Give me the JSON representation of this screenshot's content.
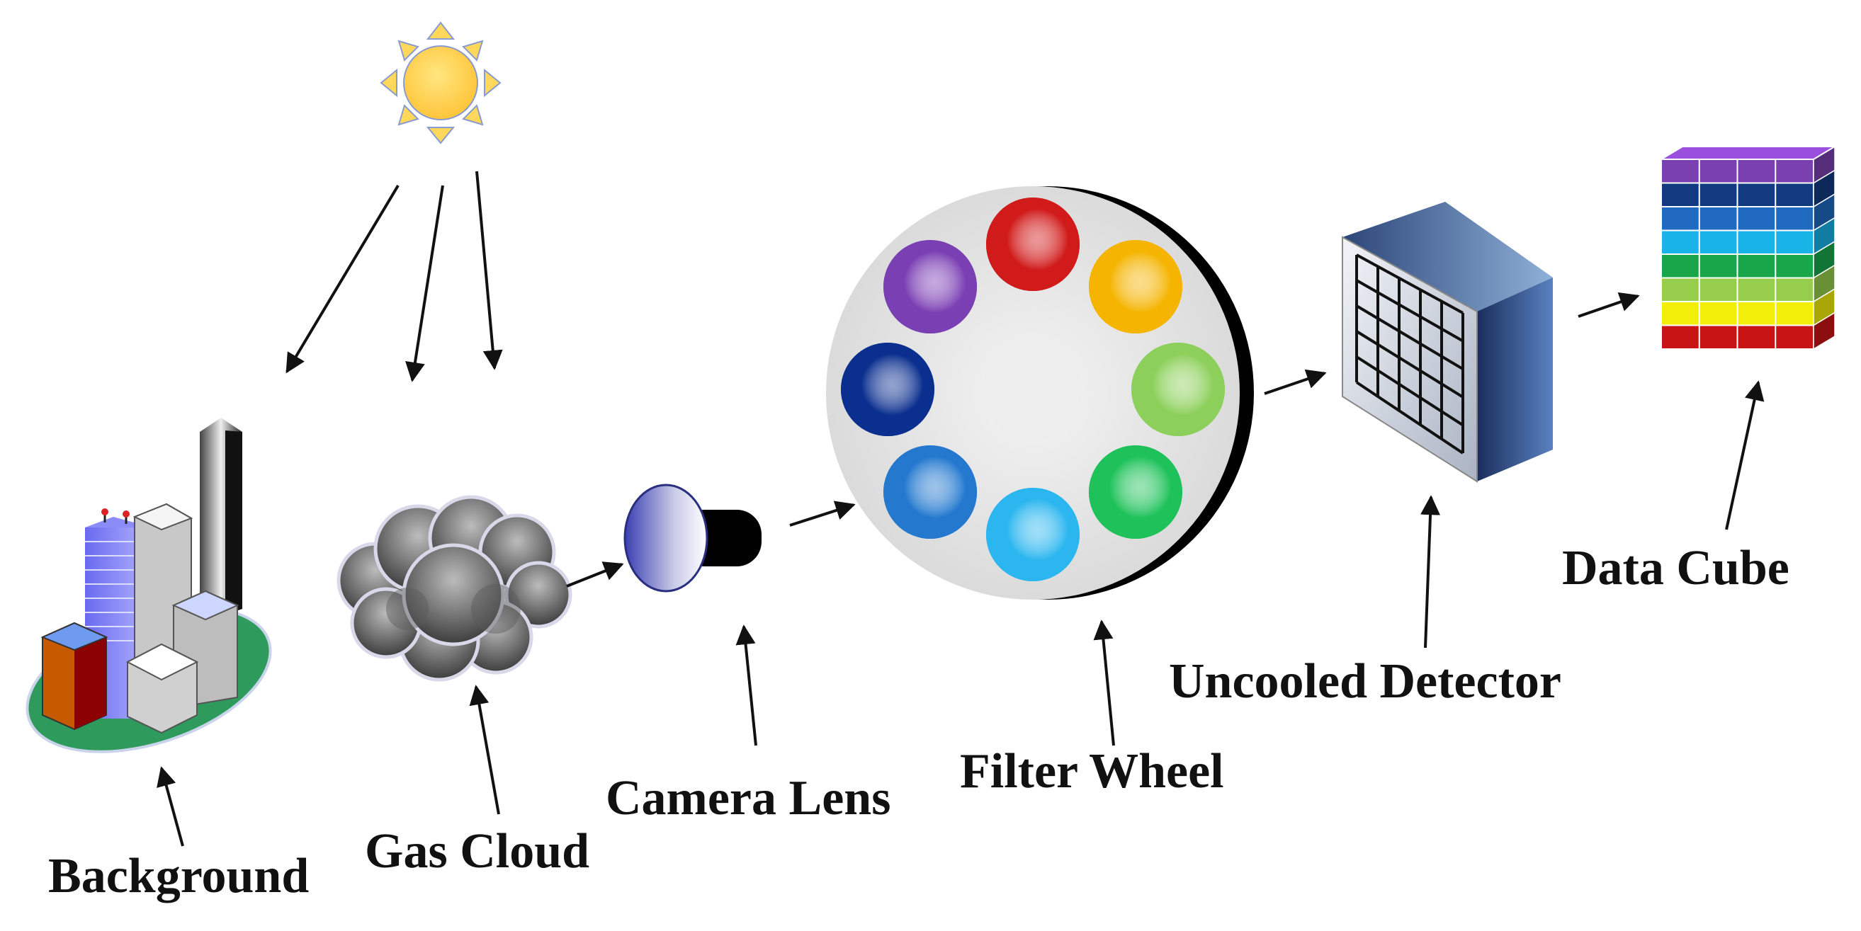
{
  "labels": {
    "background": "Background",
    "gas_cloud": "Gas Cloud",
    "camera_lens": "Camera Lens",
    "filter_wheel": "Filter Wheel",
    "uncooled_detector": "Uncooled Detector",
    "data_cube": "Data Cube"
  },
  "icons": {
    "sun": "sun-icon",
    "city": "city-buildings-icon",
    "cloud": "gas-cloud-icon",
    "lens": "camera-lens-icon",
    "wheel": "filter-wheel-icon",
    "detector": "detector-array-icon",
    "cube": "data-cube-icon"
  },
  "colors": {
    "filters": [
      "#d11a1a",
      "#f5b400",
      "#8ccf5a",
      "#1fc25a",
      "#2bb6ef",
      "#2479cf",
      "#0b2f8f",
      "#7b3fb4"
    ],
    "cube_layers": [
      "#c81414",
      "#f2ee0a",
      "#96cd4a",
      "#19a64b",
      "#1ab3e8",
      "#2069c0",
      "#123a80",
      "#7b40b0"
    ],
    "sun": "#ffd75a",
    "ground": "#2e9a5c"
  }
}
